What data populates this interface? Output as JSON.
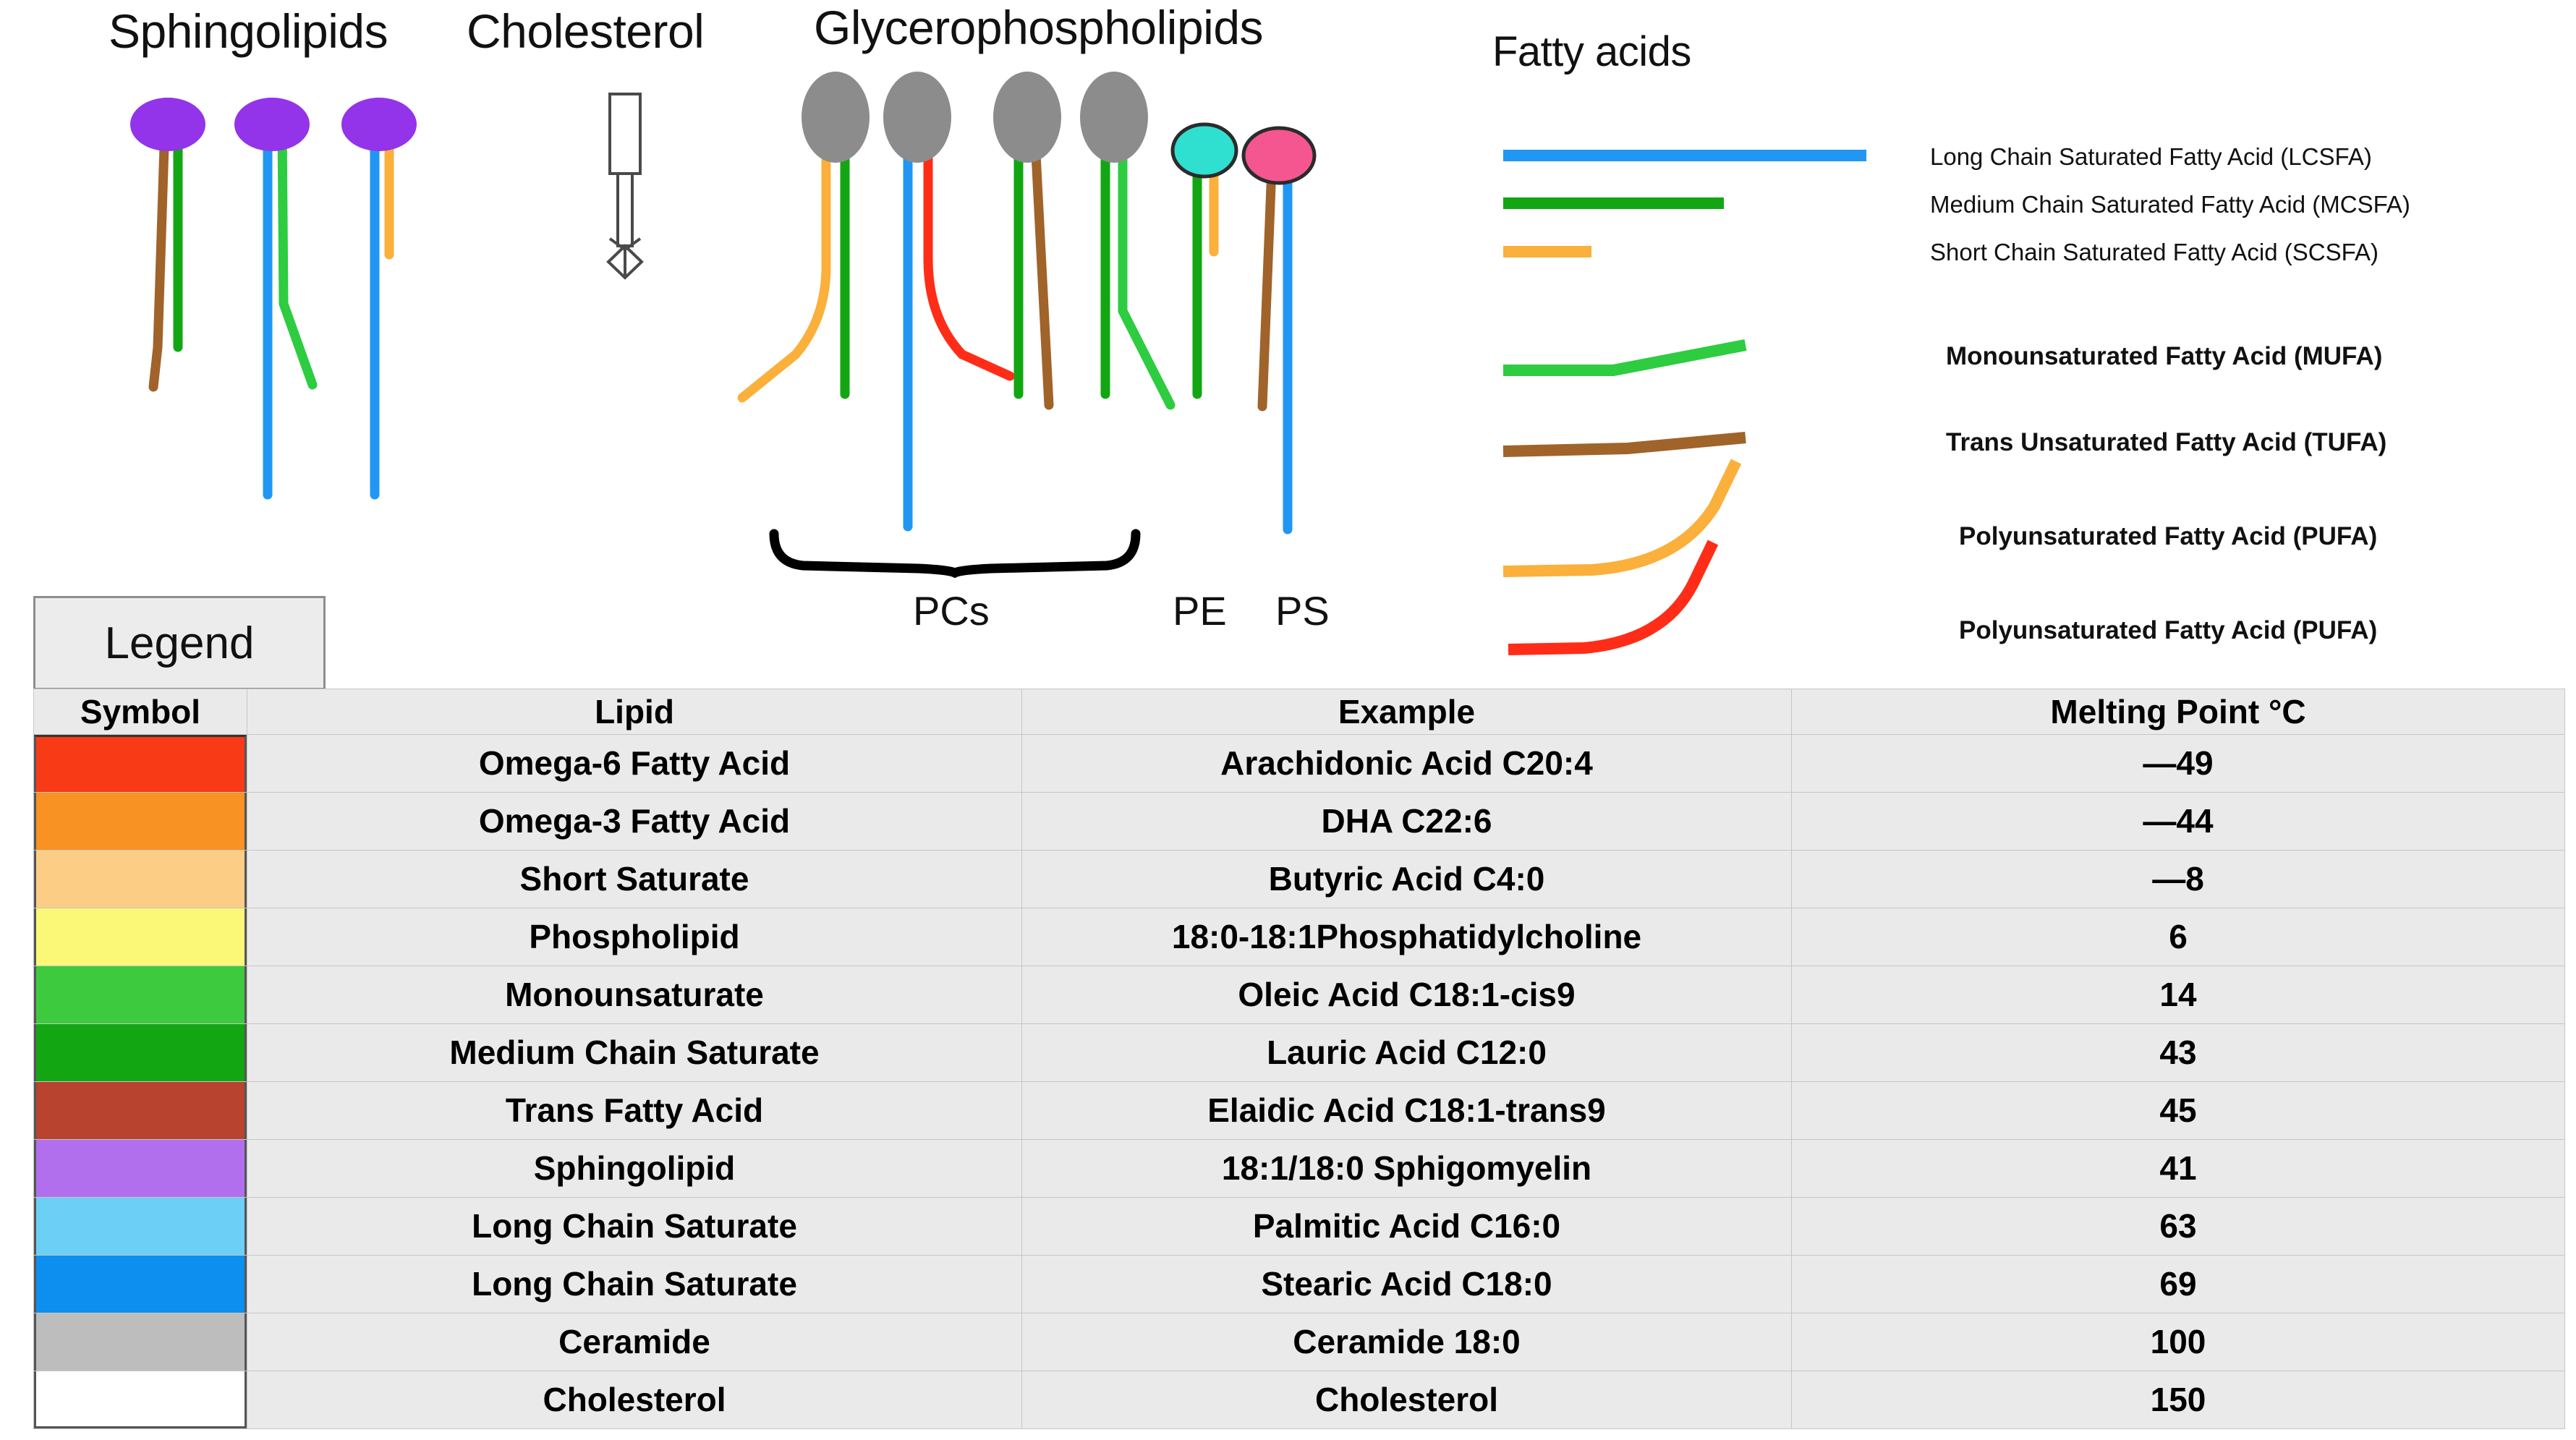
{
  "headings": {
    "sphingolipids": "Sphingolipids",
    "cholesterol": "Cholesterol",
    "glycerophospholipids": "Glycerophospholipids",
    "fatty_acids": "Fatty acids"
  },
  "glycero_sublabels": {
    "pcs": "PCs",
    "pe": "PE",
    "ps": "PS"
  },
  "fatty_acid_legend": [
    {
      "label": "Long Chain Saturated Fatty Acid (LCSFA)",
      "color": "#2196F3",
      "style": "straight",
      "length": "long",
      "weight": "thin"
    },
    {
      "label": "Medium Chain Saturated Fatty Acid (MCSFA)",
      "color": "#13A613",
      "style": "straight",
      "length": "medium",
      "weight": "thin"
    },
    {
      "label": "Short Chain Saturated Fatty Acid (SCSFA)",
      "color": "#FBB03B",
      "style": "straight",
      "length": "short",
      "weight": "thin"
    },
    {
      "label": "Monounsaturated Fatty Acid (MUFA)",
      "color": "#2ECC40",
      "style": "kinked",
      "length": "medium",
      "weight": "bold"
    },
    {
      "label": "Trans Unsaturated Fatty Acid (TUFA)",
      "color": "#A0632A",
      "style": "slight-kink",
      "length": "medium",
      "weight": "bold"
    },
    {
      "label": "Polyunsaturated Fatty Acid (PUFA)",
      "color": "#FBB03B",
      "style": "curved",
      "length": "medium",
      "weight": "bold"
    },
    {
      "label": "Polyunsaturated Fatty Acid (PUFA)",
      "color": "#FF2D17",
      "style": "curved",
      "length": "medium",
      "weight": "bold"
    }
  ],
  "legend_tab": {
    "title": "Legend"
  },
  "table": {
    "columns": [
      "Symbol",
      "Lipid",
      "Example",
      "Melting Point °C"
    ],
    "rows": [
      {
        "color": "#F93A17",
        "lipid": "Omega-6 Fatty Acid",
        "example": "Arachidonic Acid C20:4",
        "melting_point": "—49"
      },
      {
        "color": "#F79223",
        "lipid": "Omega-3 Fatty Acid",
        "example": "DHA C22:6",
        "melting_point": "—44"
      },
      {
        "color": "#FCCD84",
        "lipid": "Short Saturate",
        "example": "Butyric Acid C4:0",
        "melting_point": "—8"
      },
      {
        "color": "#FBF877",
        "lipid": "Phospholipid",
        "example": "18:0-18:1Phosphatidylcholine",
        "melting_point": "6"
      },
      {
        "color": "#3ECA3E",
        "lipid": "Monounsaturate",
        "example": "Oleic Acid C18:1-cis9",
        "melting_point": "14"
      },
      {
        "color": "#13A613",
        "lipid": "Medium Chain Saturate",
        "example": "Lauric Acid C12:0",
        "melting_point": "43"
      },
      {
        "color": "#B8432F",
        "lipid": "Trans Fatty Acid",
        "example": "Elaidic Acid C18:1-trans9",
        "melting_point": "45"
      },
      {
        "color": "#B16FEE",
        "lipid": "Sphingolipid",
        "example": "18:1/18:0 Sphigomyelin",
        "melting_point": "41"
      },
      {
        "color": "#6CCFF6",
        "lipid": "Long Chain Saturate",
        "example": "Palmitic Acid C16:0",
        "melting_point": "63"
      },
      {
        "color": "#0D8FEF",
        "lipid": "Long Chain Saturate",
        "example": "Stearic Acid C18:0",
        "melting_point": "69"
      },
      {
        "color": "#BDBDBD",
        "lipid": "Ceramide",
        "example": "Ceramide 18:0",
        "melting_point": "100"
      },
      {
        "color": "#FFFFFF",
        "lipid": "Cholesterol",
        "example": "Cholesterol",
        "melting_point": "150"
      }
    ]
  },
  "diagram": {
    "sphingolipid_head_color": "#9333EA",
    "glycero_head_color": "#8C8C8C",
    "pe_head_color": "#2FE0D0",
    "ps_head_color": "#F5568F",
    "tail_colors": {
      "brown": "#A0632A",
      "dark_green": "#13A613",
      "bright_green": "#2ECC40",
      "blue": "#2196F3",
      "orange": "#FBB03B",
      "red": "#FF2D17"
    },
    "sphingolipids": [
      {
        "tails": [
          "brown",
          "dark_green"
        ]
      },
      {
        "tails": [
          "blue",
          "bright_green"
        ]
      },
      {
        "tails": [
          "blue",
          "orange"
        ]
      }
    ],
    "glycerophospholipids": [
      {
        "group": "PC",
        "tails": [
          "orange",
          "dark_green"
        ]
      },
      {
        "group": "PC",
        "tails": [
          "blue",
          "red"
        ]
      },
      {
        "group": "PC",
        "tails": [
          "dark_green",
          "brown"
        ]
      },
      {
        "group": "PC",
        "tails": [
          "dark_green",
          "bright_green"
        ]
      },
      {
        "group": "PE",
        "tails": [
          "dark_green",
          "orange"
        ]
      },
      {
        "group": "PS",
        "tails": [
          "brown",
          "blue"
        ]
      }
    ]
  }
}
